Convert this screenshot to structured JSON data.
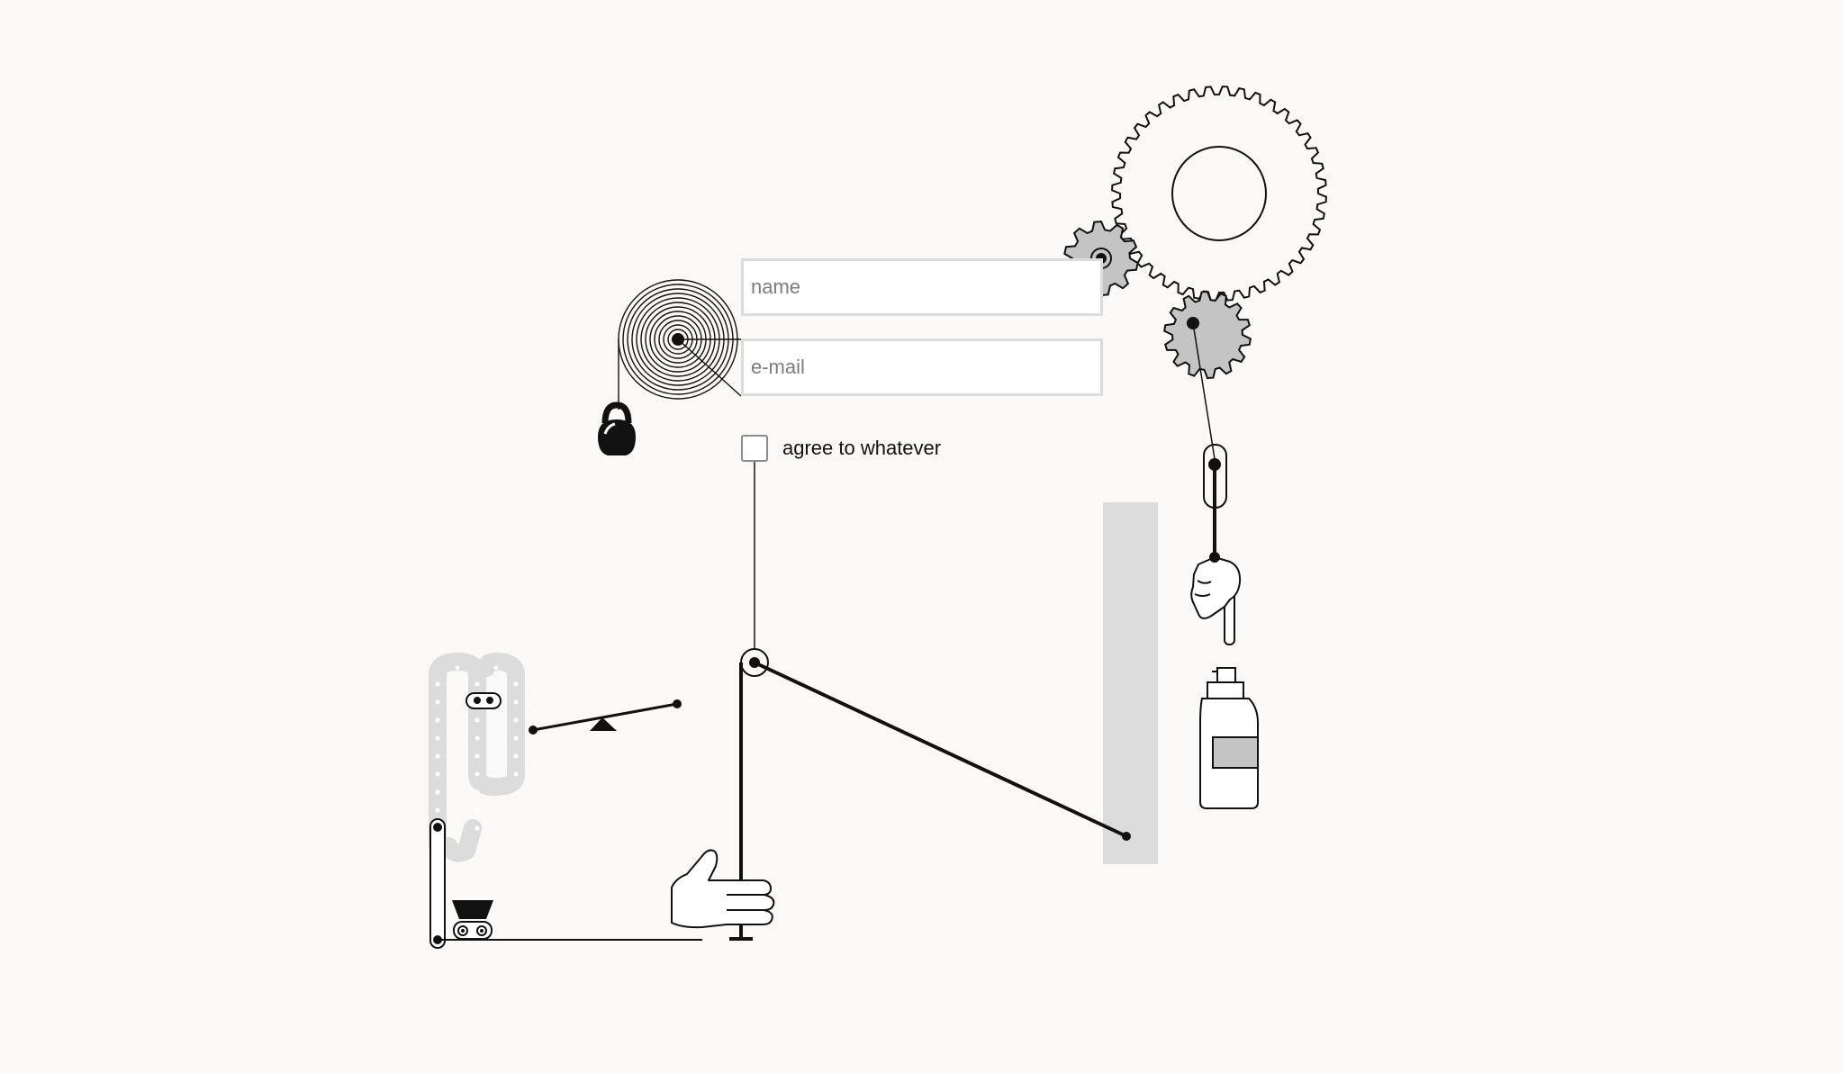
{
  "form": {
    "name_placeholder": "name",
    "email_placeholder": "e-mail",
    "agree_label": "agree to whatever",
    "agree_checked": false
  },
  "colors": {
    "background": "#faf9f7",
    "ink": "#111111",
    "machine_gray": "#c4c4c4",
    "light_gray": "#dcdcdc"
  },
  "machine_parts": [
    "coil-spring",
    "kettlebell-icon",
    "large-gear-icon",
    "small-gear-icon",
    "medium-gear-icon",
    "pulley-icon",
    "pointing-hand-icon",
    "spray-bottle-icon",
    "lever-arm",
    "seesaw-icon",
    "chain-conveyor",
    "mine-cart-icon",
    "open-hand-icon"
  ]
}
